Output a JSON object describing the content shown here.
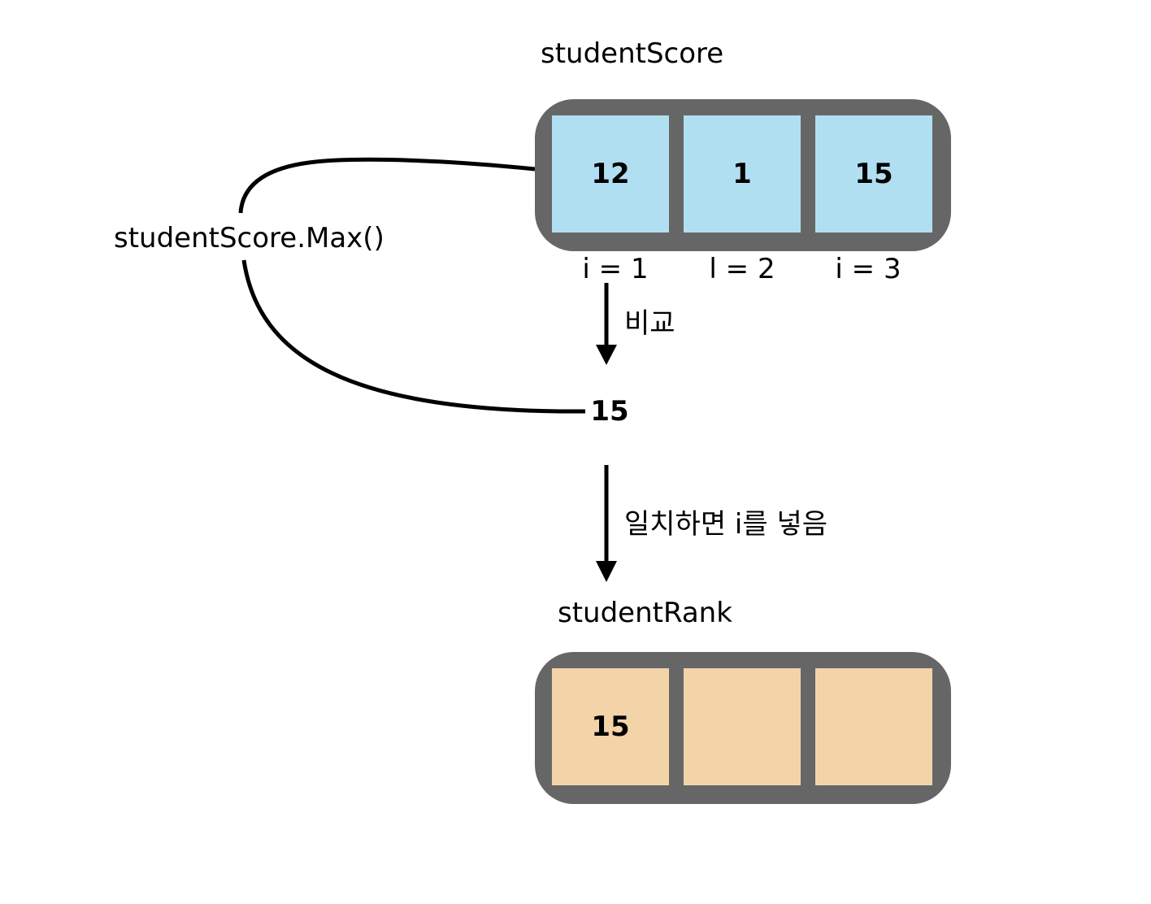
{
  "score_array": {
    "title": "studentScore",
    "cells": [
      "12",
      "1",
      "15"
    ],
    "fill_color": "#b1dff2",
    "index_labels": [
      "i = 1",
      "l = 2",
      "i = 3"
    ]
  },
  "max_call": {
    "label": "studentScore.Max()",
    "result": "15"
  },
  "compare_step": {
    "label": "비교"
  },
  "insert_step": {
    "label": "일치하면 i를 넣음"
  },
  "rank_array": {
    "title": "studentRank",
    "cells": [
      "15",
      "",
      ""
    ],
    "fill_color": "#f3d4a9"
  },
  "colors": {
    "array_frame": "#666666",
    "lines": "#000000"
  }
}
